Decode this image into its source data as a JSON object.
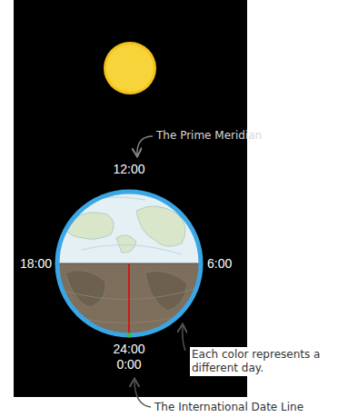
{
  "diagram": {
    "labels": [
      "The Prime Meridian",
      "12:00",
      "18:00",
      "6:00",
      "24:00",
      "0:00",
      "Each color represents a different day.",
      "The International Date Line"
    ]
  }
}
